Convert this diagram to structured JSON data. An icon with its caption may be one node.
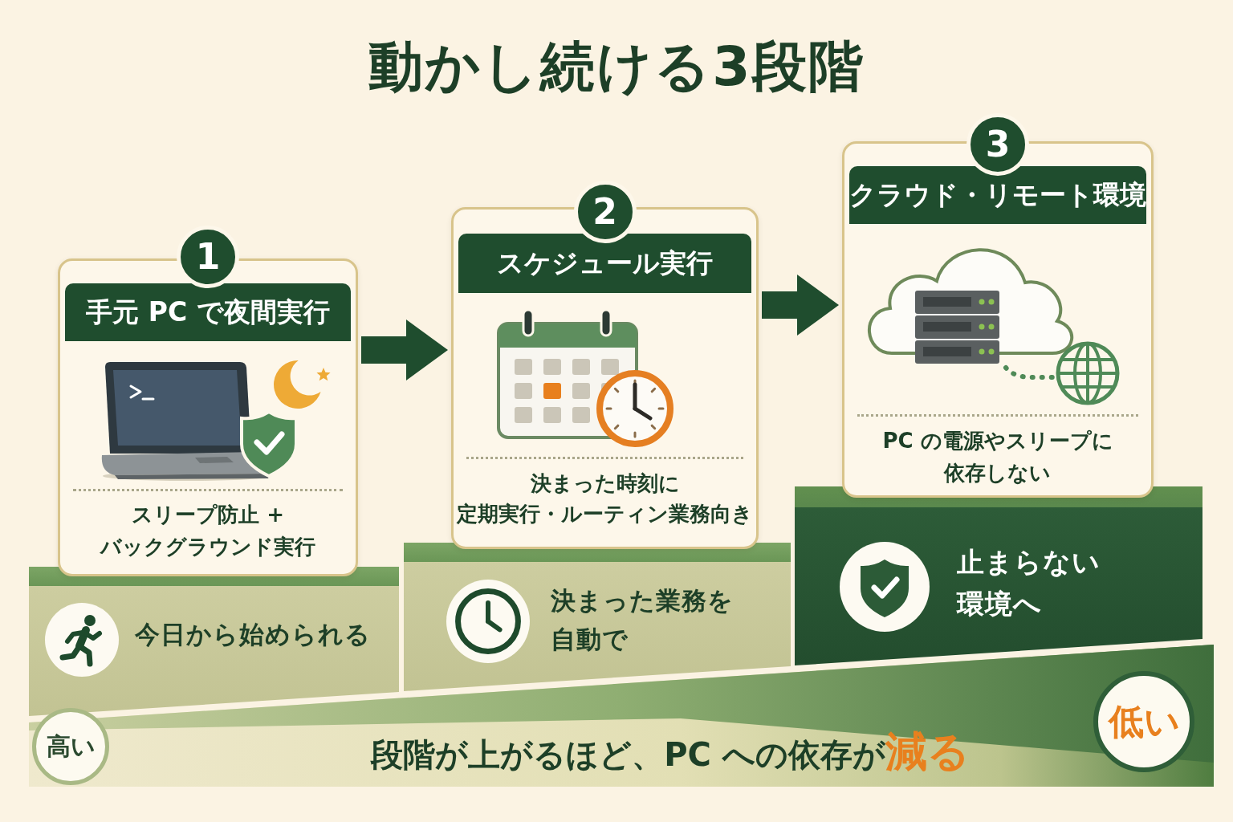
{
  "diagram": {
    "title": "動かし続ける3段階",
    "nodes": [
      {
        "text": [
          "1",
          "手元 PC で夜間実行",
          "スリープ防止 + バックグラウンド実行"
        ]
      },
      {
        "text": [
          "2",
          "スケジュール実行",
          "決まった時刻に定期実行・ルーティン業務向き"
        ]
      },
      {
        "text": [
          "3",
          "クラウド・リモート環境",
          "PC の電源やスリープに依存しない"
        ]
      },
      {
        "text": [
          "今日から始められる"
        ]
      },
      {
        "text": [
          "決まった業務を自動で"
        ]
      },
      {
        "text": [
          "止まらない環境へ"
        ]
      },
      {
        "text": [
          "段階が上がるほど、PC への依存が**減る**"
        ]
      },
      {
        "text": [
          "高い"
        ],
        "in": 6
      },
      {
        "text": [
          "低い"
        ],
        "in": 6
      }
    ],
    "edges": [
      {
        "from": 0,
        "to": 1,
        "arrow": "to"
      },
      {
        "from": 1,
        "to": 2,
        "arrow": "to"
      }
    ]
  }
}
